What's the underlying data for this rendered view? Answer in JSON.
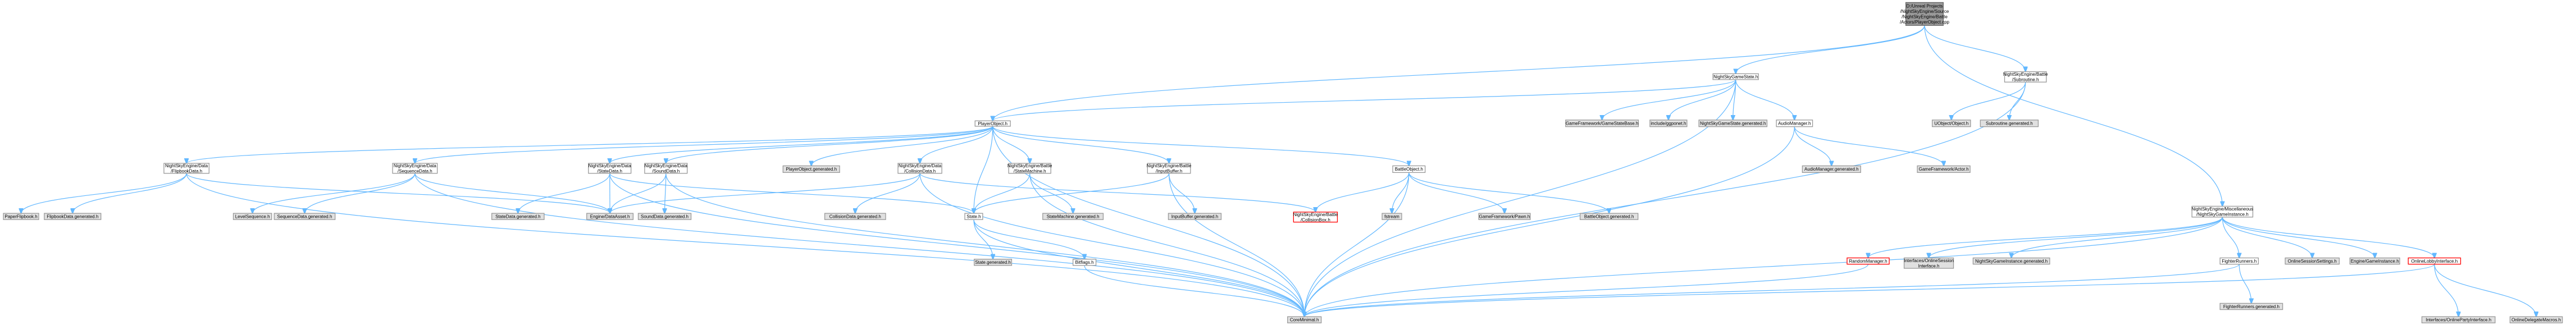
{
  "graph": {
    "nodes": [
      {
        "id": "root",
        "lines": [
          "D:/Unreal Projects",
          "/NightSkyEngine/Source",
          "/NightSkyEngine/Battle",
          "/Actors/PlayerObject.cpp"
        ],
        "style": "root",
        "icon": "file-node"
      },
      {
        "id": "nsgs",
        "lines": [
          "NightSkyGameState.h"
        ],
        "style": "white"
      },
      {
        "id": "subroutine",
        "lines": [
          "NightSkyEngine/Battle",
          "/Subroutine.h"
        ],
        "style": "white"
      },
      {
        "id": "po",
        "lines": [
          "PlayerObject.h"
        ],
        "style": "white"
      },
      {
        "id": "ggsb",
        "lines": [
          "GameFramework/GameStateBase.h"
        ],
        "style": "grey"
      },
      {
        "id": "ggponet",
        "lines": [
          "include/ggponet.h"
        ],
        "style": "grey"
      },
      {
        "id": "nsgsgen",
        "lines": [
          "NightSkyGameState.generated.h"
        ],
        "style": "grey"
      },
      {
        "id": "audio",
        "lines": [
          "AudioManager.h"
        ],
        "style": "white"
      },
      {
        "id": "uobject",
        "lines": [
          "UObject/Object.h"
        ],
        "style": "grey"
      },
      {
        "id": "subgen",
        "lines": [
          "Subroutine.generated.h"
        ],
        "style": "grey"
      },
      {
        "id": "flip",
        "lines": [
          "NightSkyEngine/Data",
          "/FlipbookData.h"
        ],
        "style": "white"
      },
      {
        "id": "seq",
        "lines": [
          "NightSkyEngine/Data",
          "/SequenceData.h"
        ],
        "style": "white"
      },
      {
        "id": "statedata",
        "lines": [
          "NightSkyEngine/Data",
          "/StateData.h"
        ],
        "style": "white"
      },
      {
        "id": "sounddata",
        "lines": [
          "NightSkyEngine/Data",
          "/SoundData.h"
        ],
        "style": "white"
      },
      {
        "id": "pogen",
        "lines": [
          "PlayerObject.generated.h"
        ],
        "style": "grey"
      },
      {
        "id": "colldata",
        "lines": [
          "NightSkyEngine/Data",
          "/CollisionData.h"
        ],
        "style": "white"
      },
      {
        "id": "statemach",
        "lines": [
          "NightSkyEngine/Battle",
          "/StateMachine.h"
        ],
        "style": "white"
      },
      {
        "id": "inputbuf",
        "lines": [
          "NightSkyEngine/Battle",
          "/InputBuffer.h"
        ],
        "style": "white"
      },
      {
        "id": "bo",
        "lines": [
          "BattleObject.h"
        ],
        "style": "white"
      },
      {
        "id": "audiogen",
        "lines": [
          "AudioManager.generated.h"
        ],
        "style": "grey"
      },
      {
        "id": "gfactor",
        "lines": [
          "GameFramework/Actor.h"
        ],
        "style": "grey"
      },
      {
        "id": "misc",
        "lines": [
          "NightSkyEngine/Miscellaneous",
          "/NightSkyGameInstance.h"
        ],
        "style": "white"
      },
      {
        "id": "paperflip",
        "lines": [
          "PaperFlipbook.h"
        ],
        "style": "grey"
      },
      {
        "id": "flipgen",
        "lines": [
          "FlipbookData.generated.h"
        ],
        "style": "grey"
      },
      {
        "id": "levelseq",
        "lines": [
          "LevelSequence.h"
        ],
        "style": "grey"
      },
      {
        "id": "seqgen",
        "lines": [
          "SequenceData.generated.h"
        ],
        "style": "grey"
      },
      {
        "id": "statedatagen",
        "lines": [
          "StateData.generated.h"
        ],
        "style": "grey"
      },
      {
        "id": "engineda",
        "lines": [
          "Engine/DataAsset.h"
        ],
        "style": "grey"
      },
      {
        "id": "sounddatagen",
        "lines": [
          "SoundData.generated.h"
        ],
        "style": "grey"
      },
      {
        "id": "colldatagen",
        "lines": [
          "CollisionData.generated.h"
        ],
        "style": "grey"
      },
      {
        "id": "stateh",
        "lines": [
          "State.h"
        ],
        "style": "white"
      },
      {
        "id": "statemachgen",
        "lines": [
          "StateMachine.generated.h"
        ],
        "style": "grey"
      },
      {
        "id": "inputbufgen",
        "lines": [
          "InputBuffer.generated.h"
        ],
        "style": "grey"
      },
      {
        "id": "collbox",
        "lines": [
          "NightSkyEngine/Battle",
          "/CollisionBox.h"
        ],
        "style": "red"
      },
      {
        "id": "fstream",
        "lines": [
          "fstream"
        ],
        "style": "grey"
      },
      {
        "id": "gfpawn",
        "lines": [
          "GameFramework/Pawn.h"
        ],
        "style": "grey"
      },
      {
        "id": "bogen",
        "lines": [
          "BattleObject.generated.h"
        ],
        "style": "grey"
      },
      {
        "id": "stategen",
        "lines": [
          "State.generated.h"
        ],
        "style": "grey"
      },
      {
        "id": "bitflags",
        "lines": [
          "Bitflags.h"
        ],
        "style": "white"
      },
      {
        "id": "random",
        "lines": [
          "RandomManager.h"
        ],
        "style": "red"
      },
      {
        "id": "ifonline",
        "lines": [
          "Interfaces/OnlineSession",
          "Interface.h"
        ],
        "style": "grey"
      },
      {
        "id": "nsgigen",
        "lines": [
          "NightSkyGameInstance.generated.h"
        ],
        "style": "grey"
      },
      {
        "id": "fighter",
        "lines": [
          "FighterRunners.h"
        ],
        "style": "white"
      },
      {
        "id": "oss",
        "lines": [
          "OnlineSessionSettings.h"
        ],
        "style": "grey"
      },
      {
        "id": "enginegi",
        "lines": [
          "Engine/GameInstance.h"
        ],
        "style": "grey"
      },
      {
        "id": "lobby",
        "lines": [
          "OnlineLobbyInterface.h"
        ],
        "style": "red"
      },
      {
        "id": "coremin",
        "lines": [
          "CoreMinimal.h"
        ],
        "style": "grey"
      },
      {
        "id": "fightergen",
        "lines": [
          "FighterRunners.generated.h"
        ],
        "style": "grey"
      },
      {
        "id": "ifparty",
        "lines": [
          "Interfaces/OnlinePartyInterface.h"
        ],
        "style": "grey"
      },
      {
        "id": "delmacros",
        "lines": [
          "OnlineDelegateMacros.h"
        ],
        "style": "grey"
      }
    ],
    "edges": [
      [
        "root",
        "nsgs"
      ],
      [
        "root",
        "subroutine"
      ],
      [
        "root",
        "po"
      ],
      [
        "root",
        "misc"
      ],
      [
        "nsgs",
        "po"
      ],
      [
        "nsgs",
        "ggsb"
      ],
      [
        "nsgs",
        "ggponet"
      ],
      [
        "nsgs",
        "nsgsgen"
      ],
      [
        "nsgs",
        "audio"
      ],
      [
        "nsgs",
        "coremin"
      ],
      [
        "subroutine",
        "uobject"
      ],
      [
        "subroutine",
        "subgen"
      ],
      [
        "subroutine",
        "coremin"
      ],
      [
        "po",
        "flip"
      ],
      [
        "po",
        "seq"
      ],
      [
        "po",
        "statedata"
      ],
      [
        "po",
        "sounddata"
      ],
      [
        "po",
        "pogen"
      ],
      [
        "po",
        "colldata"
      ],
      [
        "po",
        "statemach"
      ],
      [
        "po",
        "inputbuf"
      ],
      [
        "po",
        "bo"
      ],
      [
        "po",
        "stateh"
      ],
      [
        "po",
        "coremin"
      ],
      [
        "audio",
        "audiogen"
      ],
      [
        "audio",
        "gfactor"
      ],
      [
        "audio",
        "coremin"
      ],
      [
        "flip",
        "paperflip"
      ],
      [
        "flip",
        "flipgen"
      ],
      [
        "flip",
        "engineda"
      ],
      [
        "flip",
        "coremin"
      ],
      [
        "seq",
        "levelseq"
      ],
      [
        "seq",
        "seqgen"
      ],
      [
        "seq",
        "engineda"
      ],
      [
        "seq",
        "coremin"
      ],
      [
        "statedata",
        "statedatagen"
      ],
      [
        "statedata",
        "engineda"
      ],
      [
        "statedata",
        "stateh"
      ],
      [
        "statedata",
        "coremin"
      ],
      [
        "sounddata",
        "sounddatagen"
      ],
      [
        "sounddata",
        "engineda"
      ],
      [
        "sounddata",
        "coremin"
      ],
      [
        "colldata",
        "colldatagen"
      ],
      [
        "colldata",
        "engineda"
      ],
      [
        "colldata",
        "collbox"
      ],
      [
        "colldata",
        "coremin"
      ],
      [
        "statemach",
        "statemachgen"
      ],
      [
        "statemach",
        "stateh"
      ],
      [
        "statemach",
        "coremin"
      ],
      [
        "inputbuf",
        "inputbufgen"
      ],
      [
        "inputbuf",
        "stateh"
      ],
      [
        "inputbuf",
        "coremin"
      ],
      [
        "bo",
        "collbox"
      ],
      [
        "bo",
        "fstream"
      ],
      [
        "bo",
        "gfpawn"
      ],
      [
        "bo",
        "bogen"
      ],
      [
        "bo",
        "coremin"
      ],
      [
        "stateh",
        "stategen"
      ],
      [
        "stateh",
        "bitflags"
      ],
      [
        "stateh",
        "coremin"
      ],
      [
        "bitflags",
        "coremin"
      ],
      [
        "misc",
        "random"
      ],
      [
        "misc",
        "ifonline"
      ],
      [
        "misc",
        "nsgigen"
      ],
      [
        "misc",
        "fighter"
      ],
      [
        "misc",
        "oss"
      ],
      [
        "misc",
        "enginegi"
      ],
      [
        "misc",
        "lobby"
      ],
      [
        "misc",
        "coremin"
      ],
      [
        "random",
        "coremin"
      ],
      [
        "fighter",
        "fightergen"
      ],
      [
        "fighter",
        "coremin"
      ],
      [
        "lobby",
        "ifparty"
      ],
      [
        "lobby",
        "delmacros"
      ],
      [
        "lobby",
        "coremin"
      ]
    ]
  }
}
